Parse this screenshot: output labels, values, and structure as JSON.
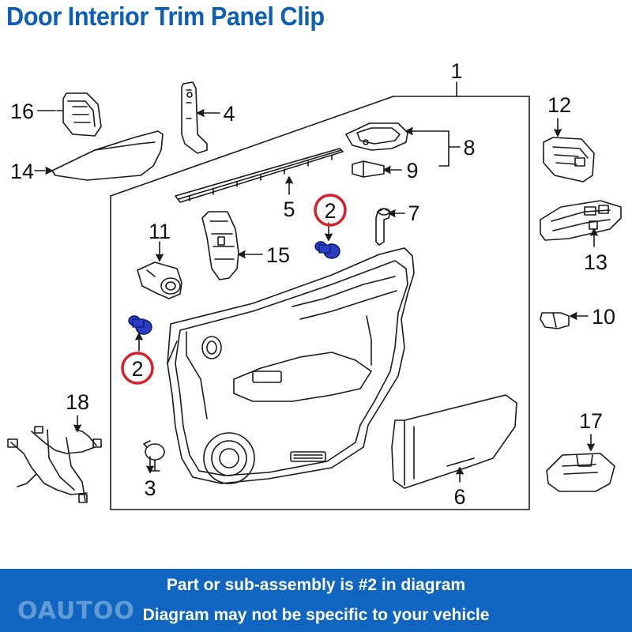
{
  "title": "Door Interior Trim Panel Clip",
  "diagram": {
    "labels": {
      "p1": "1",
      "p2a": "2",
      "p2b": "2",
      "p3": "3",
      "p4": "4",
      "p5": "5",
      "p6": "6",
      "p7": "7",
      "p8": "8",
      "p9": "9",
      "p10": "10",
      "p11": "11",
      "p12": "12",
      "p13": "13",
      "p14": "14",
      "p15": "15",
      "p16": "16",
      "p17": "17",
      "p18": "18"
    },
    "highlight_color": "#d91e2a",
    "clip_color": "#2a3ec4"
  },
  "footer": {
    "line1": "Part or sub-assembly is #2 in diagram",
    "line2": "Diagram may not be specific to your vehicle",
    "watermark": "OAUTOO",
    "background": "#0f65bf"
  }
}
